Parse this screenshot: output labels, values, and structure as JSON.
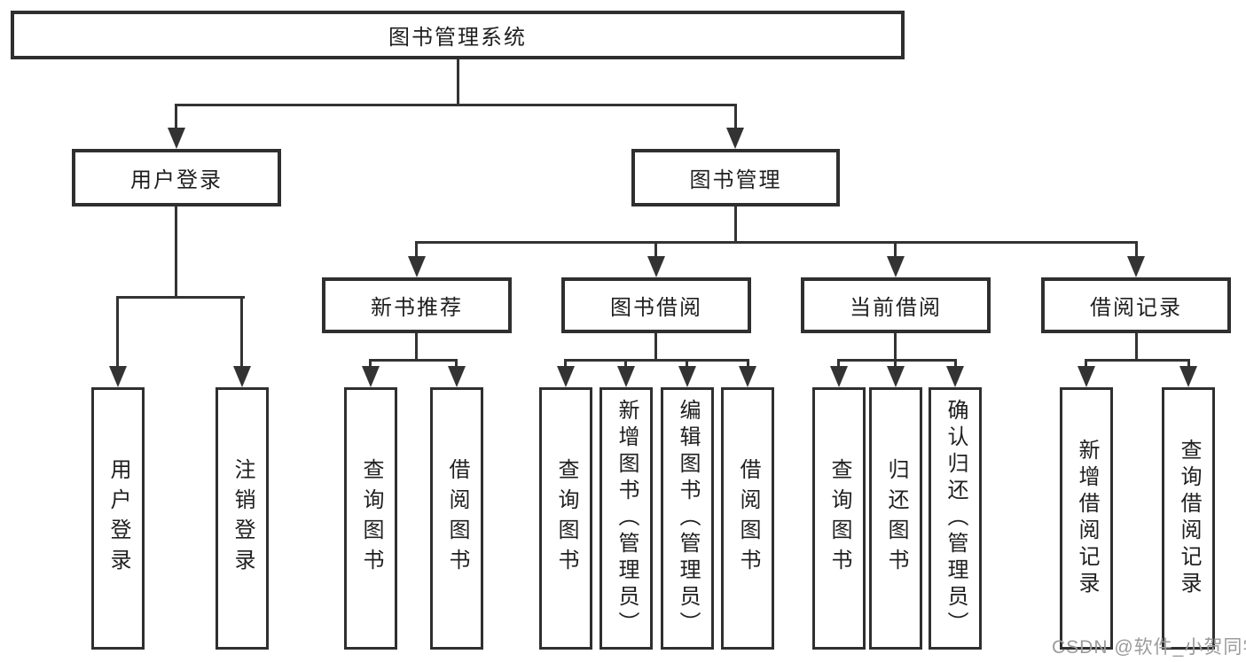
{
  "diagram_title": "图书管理系统",
  "watermark": "CSDN @软件_小贺同学",
  "colors": {
    "background": "#ffffff",
    "box_border": "#2f2f2f",
    "connector_line": "#333333",
    "text": "#1f1f1f",
    "watermark_text": "#9b9b9b"
  },
  "nodes": {
    "root": {
      "label": "图书管理系统"
    },
    "user_login": {
      "label": "用户登录"
    },
    "book_mgmt": {
      "label": "图书管理"
    },
    "new_book_rec": {
      "label": "新书推荐"
    },
    "book_borrow": {
      "label": "图书借阅"
    },
    "current_borrow": {
      "label": "当前借阅"
    },
    "borrow_record": {
      "label": "借阅记录"
    },
    "leaf_user_login": {
      "label": "用户登录"
    },
    "leaf_logout": {
      "label": "注销登录"
    },
    "leaf_query_book_rec": {
      "label": "查询图书"
    },
    "leaf_borrow_book_rec": {
      "label": "借阅图书"
    },
    "leaf_query_book_borrow": {
      "label": "查询图书"
    },
    "leaf_add_book": {
      "label": "新增图书（管理员）"
    },
    "leaf_edit_book": {
      "label": "编辑图书（管理员）"
    },
    "leaf_borrow_book_borrow": {
      "label": "借阅图书"
    },
    "leaf_query_book_current": {
      "label": "查询图书"
    },
    "leaf_return_book": {
      "label": "归还图书"
    },
    "leaf_confirm_return": {
      "label": "确认归还（管理员）"
    },
    "leaf_add_borrow_record": {
      "label": "新增借阅记录"
    },
    "leaf_query_borrow_record": {
      "label": "查询借阅记录"
    }
  },
  "edges": [
    [
      "root",
      "user_login"
    ],
    [
      "root",
      "book_mgmt"
    ],
    [
      "user_login",
      "leaf_user_login"
    ],
    [
      "user_login",
      "leaf_logout"
    ],
    [
      "book_mgmt",
      "new_book_rec"
    ],
    [
      "book_mgmt",
      "book_borrow"
    ],
    [
      "book_mgmt",
      "current_borrow"
    ],
    [
      "book_mgmt",
      "borrow_record"
    ],
    [
      "new_book_rec",
      "leaf_query_book_rec"
    ],
    [
      "new_book_rec",
      "leaf_borrow_book_rec"
    ],
    [
      "book_borrow",
      "leaf_query_book_borrow"
    ],
    [
      "book_borrow",
      "leaf_add_book"
    ],
    [
      "book_borrow",
      "leaf_edit_book"
    ],
    [
      "book_borrow",
      "leaf_borrow_book_borrow"
    ],
    [
      "current_borrow",
      "leaf_query_book_current"
    ],
    [
      "current_borrow",
      "leaf_return_book"
    ],
    [
      "current_borrow",
      "leaf_confirm_return"
    ],
    [
      "borrow_record",
      "leaf_add_borrow_record"
    ],
    [
      "borrow_record",
      "leaf_query_borrow_record"
    ]
  ]
}
